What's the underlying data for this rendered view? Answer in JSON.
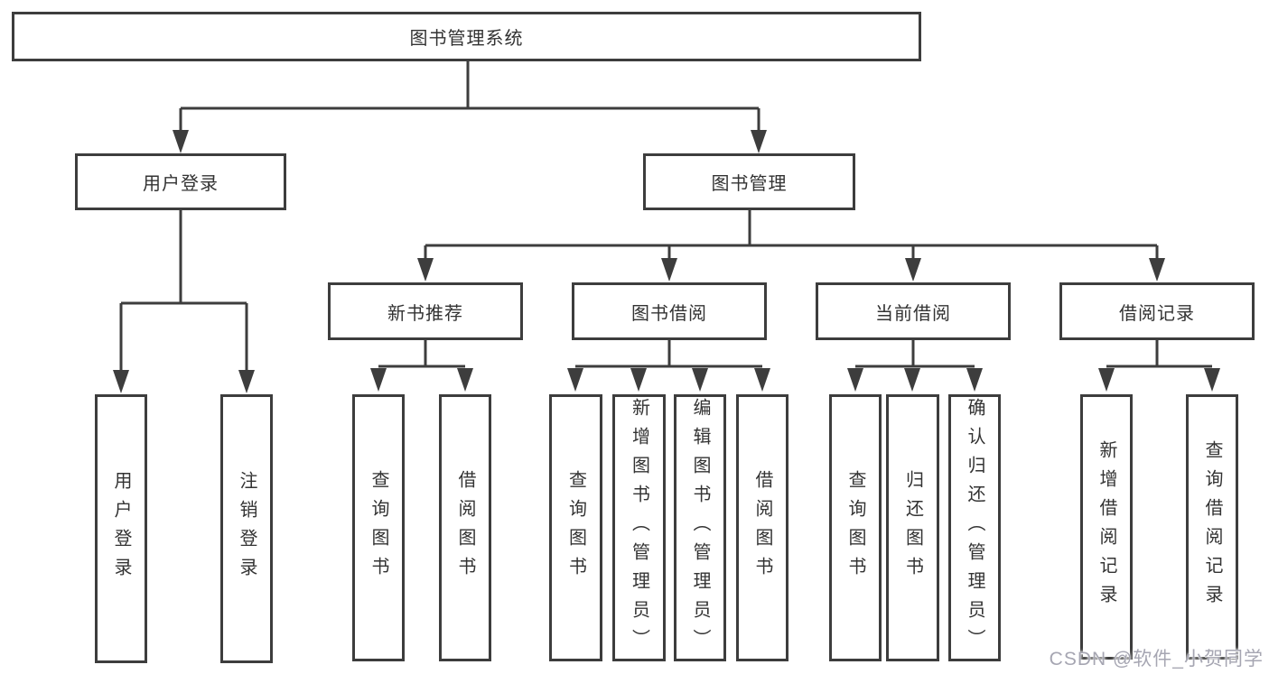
{
  "diagram": {
    "root": "图书管理系统",
    "level2": {
      "user_login": "用户登录",
      "book_management": "图书管理"
    },
    "level3": {
      "new_book_recommend": "新书推荐",
      "book_borrow": "图书借阅",
      "current_borrow": "当前借阅",
      "borrow_records": "借阅记录"
    },
    "leaves": {
      "group_user_login": [
        "用户登录",
        "注销登录"
      ],
      "group_new_book": [
        "查询图书",
        "借阅图书"
      ],
      "group_book_borrow": [
        "查询图书",
        "新增图书（管理员）",
        "编辑图书（管理员）",
        "借阅图书"
      ],
      "group_current_borrow": [
        "查询图书",
        "归还图书",
        "确认归还（管理员）"
      ],
      "group_borrow_records": [
        "新增借阅记录",
        "查询借阅记录"
      ]
    },
    "watermark": "CSDN @软件_小贺同学",
    "colors": {
      "line": "#3d3d3d",
      "text": "#333333",
      "watermark": "#a6a6b2"
    }
  }
}
